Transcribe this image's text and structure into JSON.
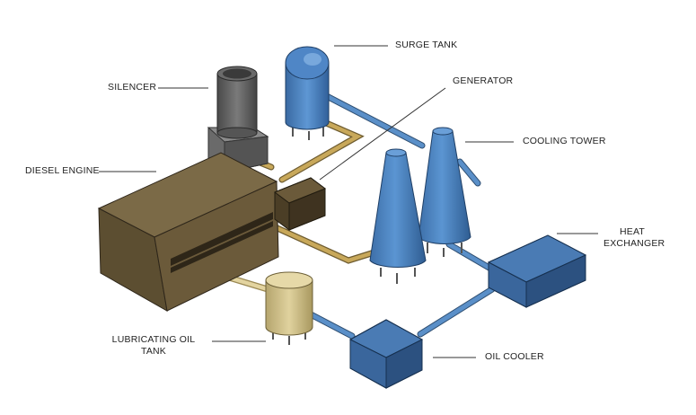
{
  "labels": {
    "surge_tank": "SURGE TANK",
    "silencer": "SILENCER",
    "generator": "GENERATOR",
    "cooling_tower": "COOLING TOWER",
    "diesel_engine": "DIESEL ENGINE",
    "heat_exchanger_line1": "HEAT",
    "heat_exchanger_line2": "EXCHANGER",
    "lubricating_oil_tank_line1": "LUBRICATING OIL",
    "lubricating_oil_tank_line2": "TANK",
    "oil_cooler": "OIL COOLER"
  },
  "colors": {
    "engine": "#6b5a3a",
    "tan_pipe": "#c8b27a",
    "blue_pipe": "#5a8fc8",
    "tower": "#4f86c6",
    "oil_tank": "#d2c28c",
    "silencer": "#5f5f5f",
    "box_blue": "#355f8f"
  }
}
